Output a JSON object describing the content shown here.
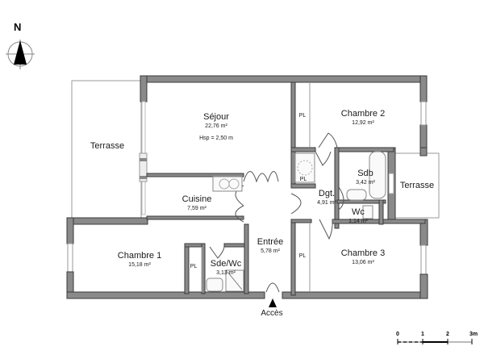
{
  "compass": {
    "label": "N",
    "icon": "north-arrow-icon"
  },
  "rooms": [
    {
      "id": "sejour",
      "name": "Séjour",
      "area": "22,76 m²",
      "extra": "Hsp = 2,50 m"
    },
    {
      "id": "chambre2",
      "name": "Chambre 2",
      "area": "12,92 m²"
    },
    {
      "id": "terrasse_west",
      "name": "Terrasse"
    },
    {
      "id": "terrasse_east",
      "name": "Terrasse"
    },
    {
      "id": "cuisine",
      "name": "Cuisine",
      "area": "7,59 m²"
    },
    {
      "id": "dgt",
      "name": "Dgt.",
      "area": "4,91 m²"
    },
    {
      "id": "sdb",
      "name": "Sdb",
      "area": "3,42 m²"
    },
    {
      "id": "wc",
      "name": "Wc",
      "area": "1,14 m²"
    },
    {
      "id": "entree",
      "name": "Entrée",
      "area": "5,78 m²"
    },
    {
      "id": "chambre1",
      "name": "Chambre 1",
      "area": "15,18 m²"
    },
    {
      "id": "sdewc",
      "name": "Sde/Wc",
      "area": "3,13 m²"
    },
    {
      "id": "chambre3",
      "name": "Chambre 3",
      "area": "13,06 m²"
    }
  ],
  "closets": [
    "PL",
    "PL",
    "PL",
    "PL"
  ],
  "access": {
    "label": "Accès",
    "icon": "entry-arrow-icon"
  },
  "scale_bar": {
    "ticks": [
      "0",
      "1",
      "2",
      "3m"
    ]
  }
}
